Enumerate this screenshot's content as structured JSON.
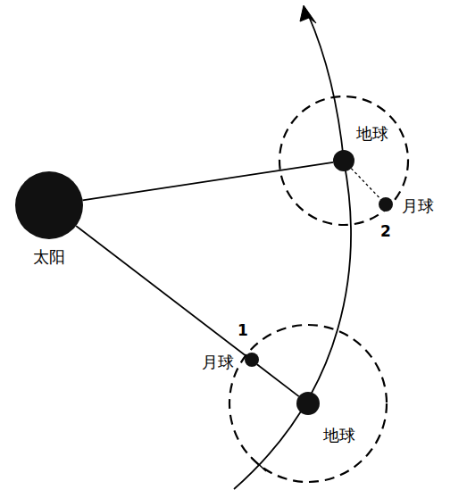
{
  "diagram": {
    "nodes": [
      {
        "text": [
          "太阳"
        ]
      },
      {
        "text": [
          "地球"
        ]
      },
      {
        "text": [
          "月球"
        ]
      },
      {
        "text": [
          "月球"
        ]
      },
      {
        "text": [
          "地球"
        ]
      }
    ],
    "edges": [
      {
        "from": 0,
        "to": 1,
        "arrow": "none"
      },
      {
        "from": 0,
        "to": 3,
        "arrow": "none"
      },
      {
        "from": 3,
        "to": 4,
        "arrow": "none"
      },
      {
        "from": 1,
        "to": 2,
        "arrow": "none"
      }
    ],
    "labels": [
      "1",
      "2"
    ]
  }
}
